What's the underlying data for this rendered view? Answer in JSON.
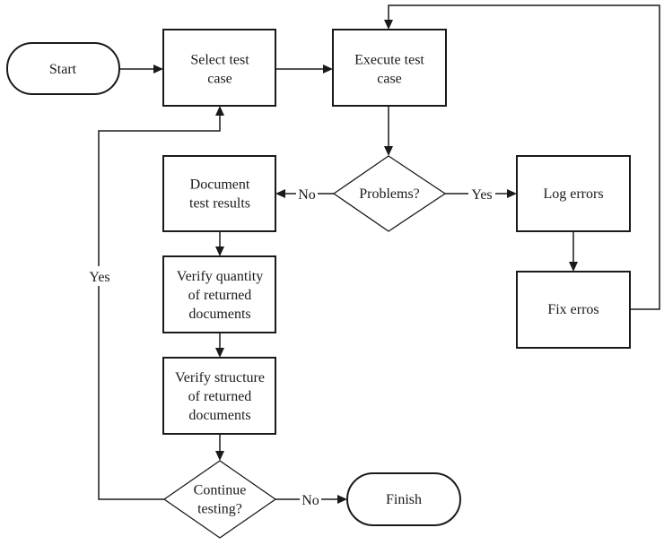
{
  "diagram": {
    "type": "flowchart",
    "nodes": {
      "start": {
        "kind": "terminal",
        "lines": [
          "Start"
        ]
      },
      "select": {
        "kind": "process",
        "lines": [
          "Select test",
          "case"
        ]
      },
      "execute": {
        "kind": "process",
        "lines": [
          "Execute test",
          "case"
        ]
      },
      "problems": {
        "kind": "decision",
        "lines": [
          "Problems?"
        ]
      },
      "document": {
        "kind": "process",
        "lines": [
          "Document",
          "test results"
        ]
      },
      "log": {
        "kind": "process",
        "lines": [
          "Log errors"
        ]
      },
      "fix": {
        "kind": "process",
        "lines": [
          "Fix erros"
        ]
      },
      "quantity": {
        "kind": "process",
        "lines": [
          "Verify quantity",
          "of returned",
          "documents"
        ]
      },
      "structure": {
        "kind": "process",
        "lines": [
          "Verify structure",
          "of returned",
          "documents"
        ]
      },
      "continue": {
        "kind": "decision",
        "lines": [
          "Continue",
          "testing?"
        ]
      },
      "finish": {
        "kind": "terminal",
        "lines": [
          "Finish"
        ]
      }
    },
    "edges": [
      {
        "from": "start",
        "to": "select",
        "label": ""
      },
      {
        "from": "select",
        "to": "execute",
        "label": ""
      },
      {
        "from": "execute",
        "to": "problems",
        "label": ""
      },
      {
        "from": "problems",
        "to": "document",
        "label": "No"
      },
      {
        "from": "problems",
        "to": "log",
        "label": "Yes"
      },
      {
        "from": "log",
        "to": "fix",
        "label": ""
      },
      {
        "from": "fix",
        "to": "execute",
        "label": ""
      },
      {
        "from": "document",
        "to": "quantity",
        "label": ""
      },
      {
        "from": "quantity",
        "to": "structure",
        "label": ""
      },
      {
        "from": "structure",
        "to": "continue",
        "label": ""
      },
      {
        "from": "continue",
        "to": "finish",
        "label": "No"
      },
      {
        "from": "continue",
        "to": "select",
        "label": "Yes"
      }
    ],
    "colors": {
      "stroke": "#1a1a1a",
      "fill": "#ffffff",
      "background": "#ffffff"
    }
  }
}
